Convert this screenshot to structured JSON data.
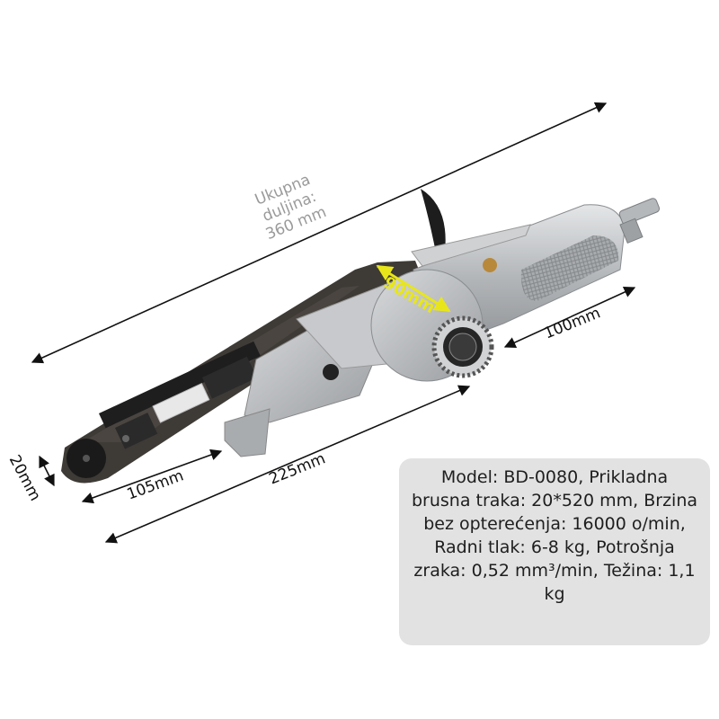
{
  "labels": {
    "total_length": "Ukupna\nduljina:\n360 mm",
    "belt_width": "20mm",
    "head_diameter": "90mm",
    "handle_length": "100mm",
    "arm_length": "105mm",
    "body_length": "225mm"
  },
  "spec": {
    "text": "Model: BD-0080, Prikladna brusna traka: 20*520 mm, Brzina bez opterećenja: 16000 o/min, Radni tlak: 6-8 kg, Potrošnja zraka: 0,52 mm³/min, Težina: 1,1 kg"
  },
  "colors": {
    "background": "#ffffff",
    "tool_body": "#b9bcbf",
    "belt": "#3e3a36",
    "accent_dimension": "#e8e61a",
    "spec_box": "#e0e0e0"
  }
}
